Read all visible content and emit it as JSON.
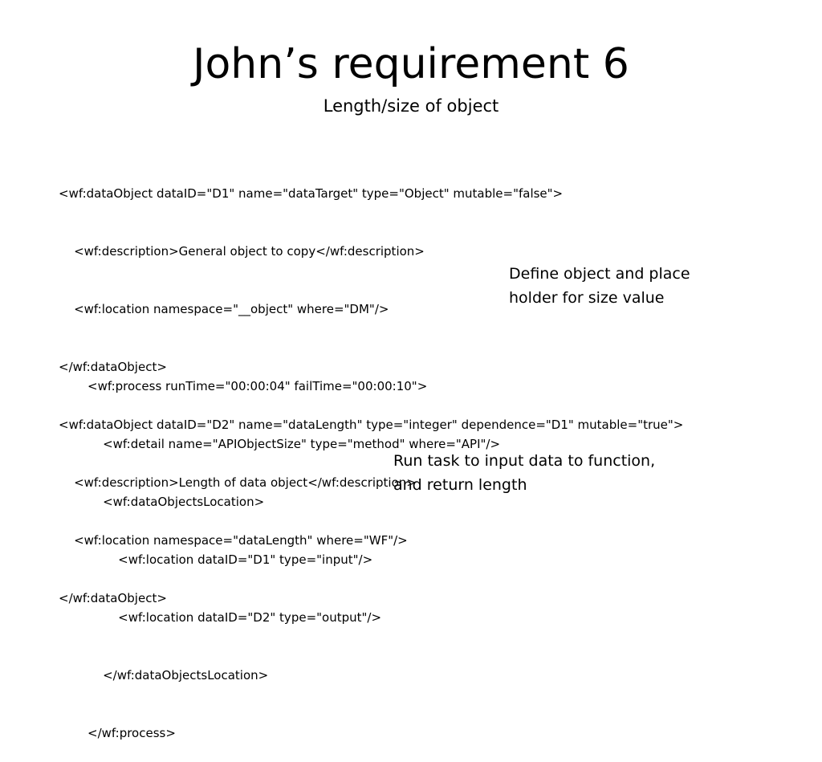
{
  "title": "John’s requirement 6",
  "subtitle": "Length/size of object",
  "code_block_1": {
    "lines": [
      "<wf:dataObject dataID=\"D1\" name=\"dataTarget\" type=\"Object\" mutable=\"false\">",
      "    <wf:description>General object to copy</wf:description>",
      "    <wf:location namespace=\"__object\" where=\"DM\"/>",
      "</wf:dataObject>",
      "<wf:dataObject dataID=\"D2\" name=\"dataLength\" type=\"integer\" dependence=\"D1\" mutable=\"true\">",
      "    <wf:description>Length of data object</wf:description>",
      "    <wf:location namespace=\"dataLength\" where=\"WF\"/>",
      "</wf:dataObject>"
    ]
  },
  "code_block_2": {
    "lines": [
      "<wf:process runTime=\"00:00:04\" failTime=\"00:00:10\">",
      "    <wf:detail name=\"APIObjectSize\" type=\"method\" where=\"API\"/>",
      "    <wf:dataObjectsLocation>",
      "        <wf:location dataID=\"D1\" type=\"input\"/>",
      "        <wf:location dataID=\"D2\" type=\"output\"/>",
      "    </wf:dataObjectsLocation>",
      "</wf:process>"
    ]
  },
  "note_1": {
    "lines": [
      "Define object and place",
      "holder for size value"
    ]
  },
  "note_2": {
    "lines": [
      "Run task to input data to function,",
      "and return length"
    ]
  }
}
